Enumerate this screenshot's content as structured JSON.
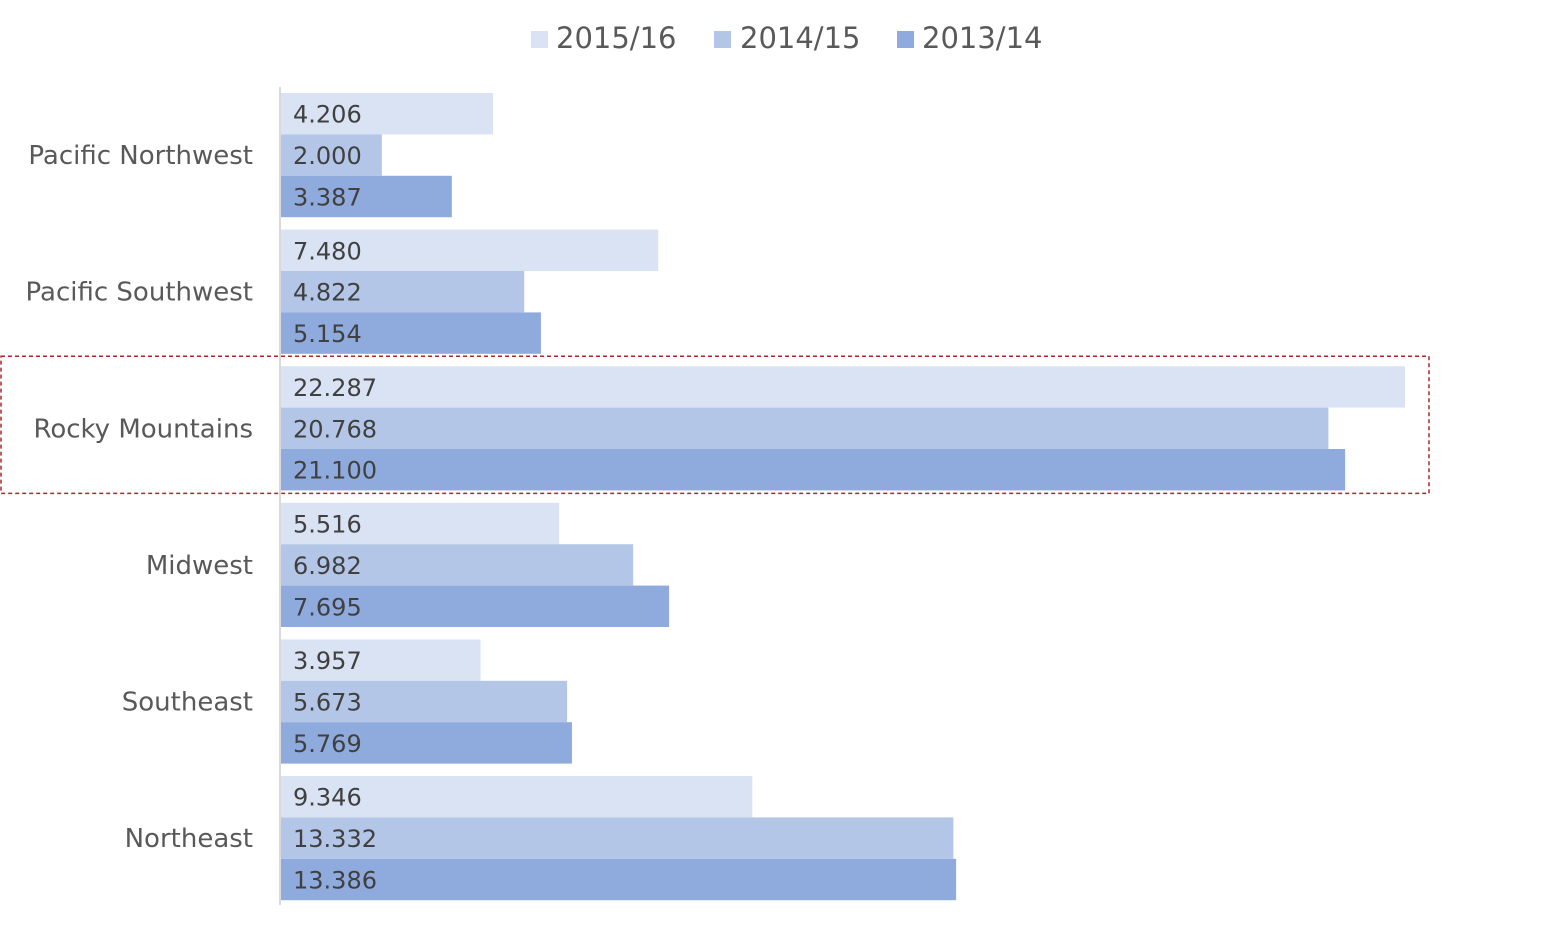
{
  "chart_data": {
    "type": "bar",
    "orientation": "horizontal",
    "categories": [
      "Pacific Northwest",
      "Pacific Southwest",
      "Rocky Mountains",
      "Midwest",
      "Southeast",
      "Northeast"
    ],
    "series": [
      {
        "name": "2015/16",
        "color": "#dae3f3",
        "values": [
          4.206,
          7.48,
          22.287,
          5.516,
          3.957,
          9.346
        ],
        "labels": [
          "4.206",
          "7.480",
          "22.287",
          "5.516",
          "3.957",
          "9.346"
        ]
      },
      {
        "name": "2014/15",
        "color": "#b4c6e7",
        "values": [
          2.0,
          4.822,
          20.768,
          6.982,
          5.673,
          13.332
        ],
        "labels": [
          "2.000",
          "4.822",
          "20.768",
          "6.982",
          "5.673",
          "13.332"
        ]
      },
      {
        "name": "2013/14",
        "color": "#8faadc",
        "values": [
          3.387,
          5.154,
          21.1,
          7.695,
          5.769,
          13.386
        ],
        "labels": [
          "3.387",
          "5.154",
          "21.100",
          "7.695",
          "5.769",
          "13.386"
        ]
      }
    ],
    "title": "",
    "xlabel": "",
    "ylabel": "",
    "xlim": [
      0,
      22.287
    ],
    "grid": false,
    "legend": "top-center",
    "highlighted_category": "Rocky Mountains",
    "highlight_color": "#a52a2a"
  }
}
